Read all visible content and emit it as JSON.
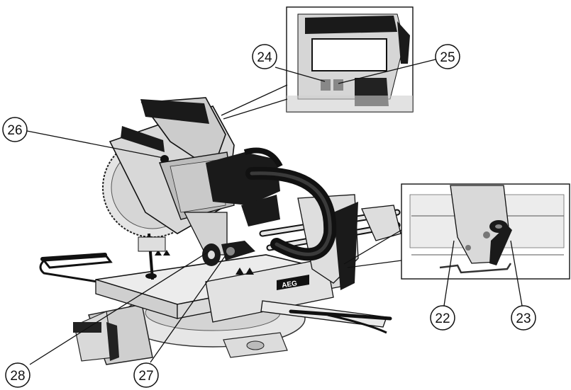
{
  "brand": {
    "logo_text": "AEG"
  },
  "callouts": [
    {
      "id": "c22",
      "label": "22"
    },
    {
      "id": "c23",
      "label": "23"
    },
    {
      "id": "c24",
      "label": "24"
    },
    {
      "id": "c25",
      "label": "25"
    },
    {
      "id": "c26",
      "label": "26"
    },
    {
      "id": "c27",
      "label": "27"
    },
    {
      "id": "c28",
      "label": "28"
    }
  ],
  "colors": {
    "line": "#111111",
    "metal_light": "#d8d8d8",
    "metal_mid": "#b5b5b5",
    "dark": "#1a1a1a"
  }
}
